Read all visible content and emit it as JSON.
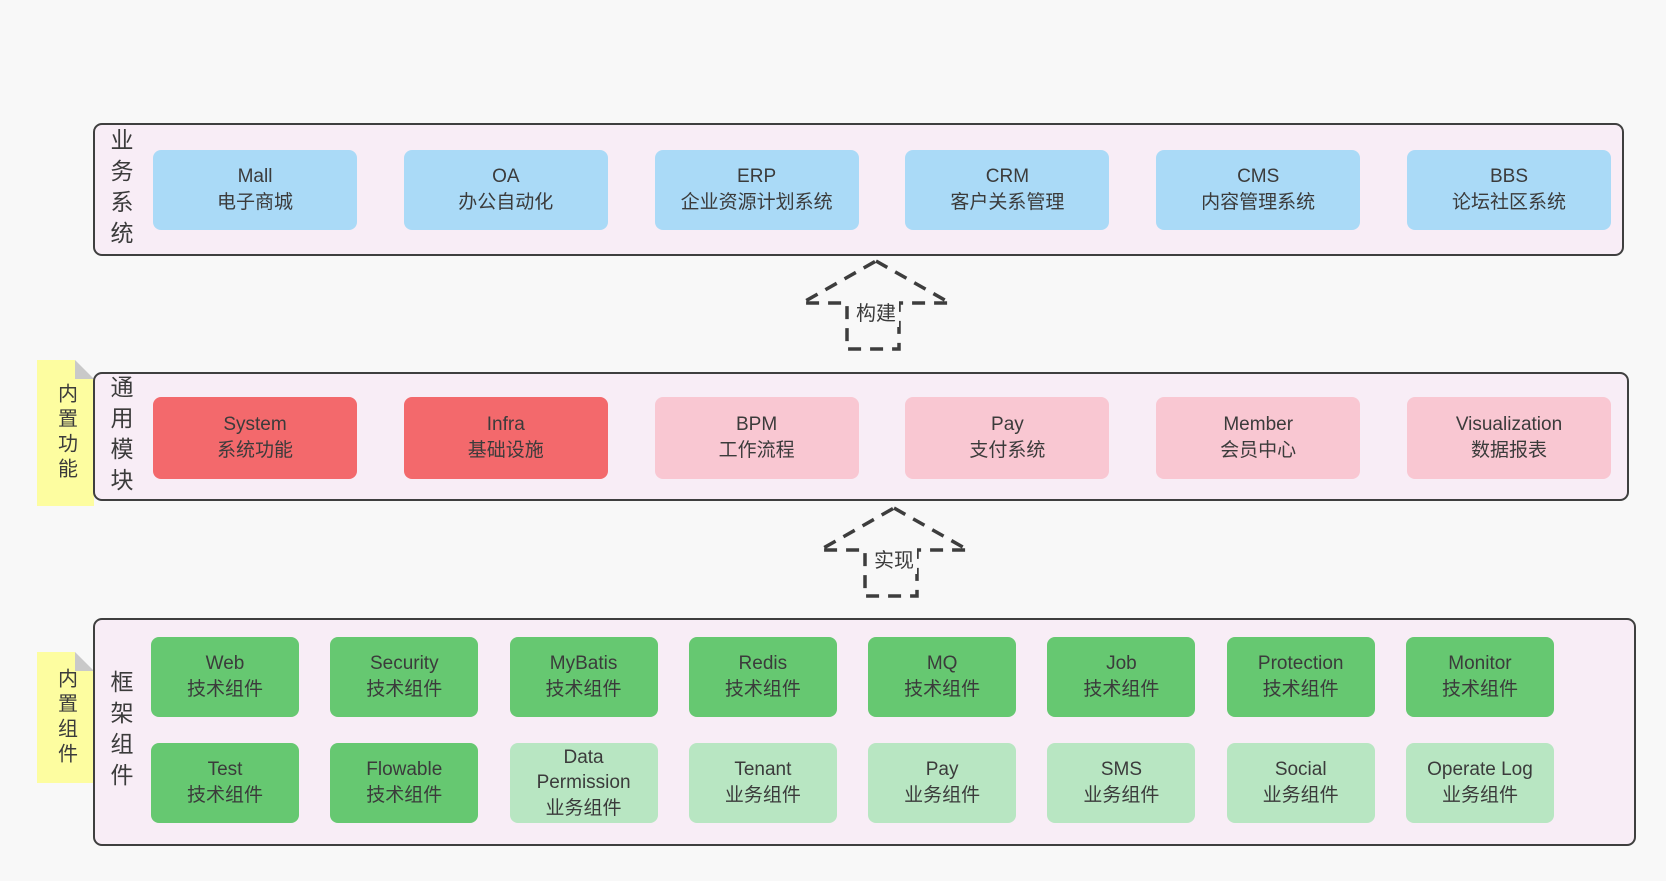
{
  "colors": {
    "bg": "#f8f8f8",
    "band-fill": "#f8edf6",
    "band-border": "#3f3f3f",
    "blue": "#aadaf7",
    "red": "#f3696c",
    "pink": "#f9c7d2",
    "green": "#66c871",
    "lightgreen": "#b8e6c2",
    "yellow": "#fdfda0",
    "fold": "#c9c9c9",
    "text": "#3b3b3b"
  },
  "arrows": [
    {
      "label": "构建"
    },
    {
      "label": "实现"
    }
  ],
  "bands": [
    {
      "name": "business-systems",
      "vertical_label": "业务系统",
      "sticky_label": null,
      "rows": [
        [
          {
            "title": "Mall",
            "subtitle": "电子商城",
            "color": "blue"
          },
          {
            "title": "OA",
            "subtitle": "办公自动化",
            "color": "blue"
          },
          {
            "title": "ERP",
            "subtitle": "企业资源计划系统",
            "color": "blue"
          },
          {
            "title": "CRM",
            "subtitle": "客户关系管理",
            "color": "blue"
          },
          {
            "title": "CMS",
            "subtitle": "内容管理系统",
            "color": "blue"
          },
          {
            "title": "BBS",
            "subtitle": "论坛社区系统",
            "color": "blue"
          }
        ]
      ]
    },
    {
      "name": "common-modules",
      "vertical_label": "通用模块",
      "sticky_label": "内置功能",
      "rows": [
        [
          {
            "title": "System",
            "subtitle": "系统功能",
            "color": "red"
          },
          {
            "title": "Infra",
            "subtitle": "基础设施",
            "color": "red"
          },
          {
            "title": "BPM",
            "subtitle": "工作流程",
            "color": "pink"
          },
          {
            "title": "Pay",
            "subtitle": "支付系统",
            "color": "pink"
          },
          {
            "title": "Member",
            "subtitle": "会员中心",
            "color": "pink"
          },
          {
            "title": "Visualization",
            "subtitle": "数据报表",
            "color": "pink"
          }
        ]
      ]
    },
    {
      "name": "framework-components",
      "vertical_label": "框架组件",
      "sticky_label": "内置组件",
      "rows": [
        [
          {
            "title": "Web",
            "subtitle": "技术组件",
            "color": "green"
          },
          {
            "title": "Security",
            "subtitle": "技术组件",
            "color": "green"
          },
          {
            "title": "MyBatis",
            "subtitle": "技术组件",
            "color": "green"
          },
          {
            "title": "Redis",
            "subtitle": "技术组件",
            "color": "green"
          },
          {
            "title": "MQ",
            "subtitle": "技术组件",
            "color": "green"
          },
          {
            "title": "Job",
            "subtitle": "技术组件",
            "color": "green"
          },
          {
            "title": "Protection",
            "subtitle": "技术组件",
            "color": "green"
          },
          {
            "title": "Monitor",
            "subtitle": "技术组件",
            "color": "green"
          }
        ],
        [
          {
            "title": "Test",
            "subtitle": "技术组件",
            "color": "green"
          },
          {
            "title": "Flowable",
            "subtitle": "技术组件",
            "color": "green"
          },
          {
            "title": "Data Permission",
            "subtitle": "业务组件",
            "color": "lightgreen"
          },
          {
            "title": "Tenant",
            "subtitle": "业务组件",
            "color": "lightgreen"
          },
          {
            "title": "Pay",
            "subtitle": "业务组件",
            "color": "lightgreen"
          },
          {
            "title": "SMS",
            "subtitle": "业务组件",
            "color": "lightgreen"
          },
          {
            "title": "Social",
            "subtitle": "业务组件",
            "color": "lightgreen"
          },
          {
            "title": "Operate Log",
            "subtitle": "业务组件",
            "color": "lightgreen"
          }
        ]
      ]
    }
  ]
}
